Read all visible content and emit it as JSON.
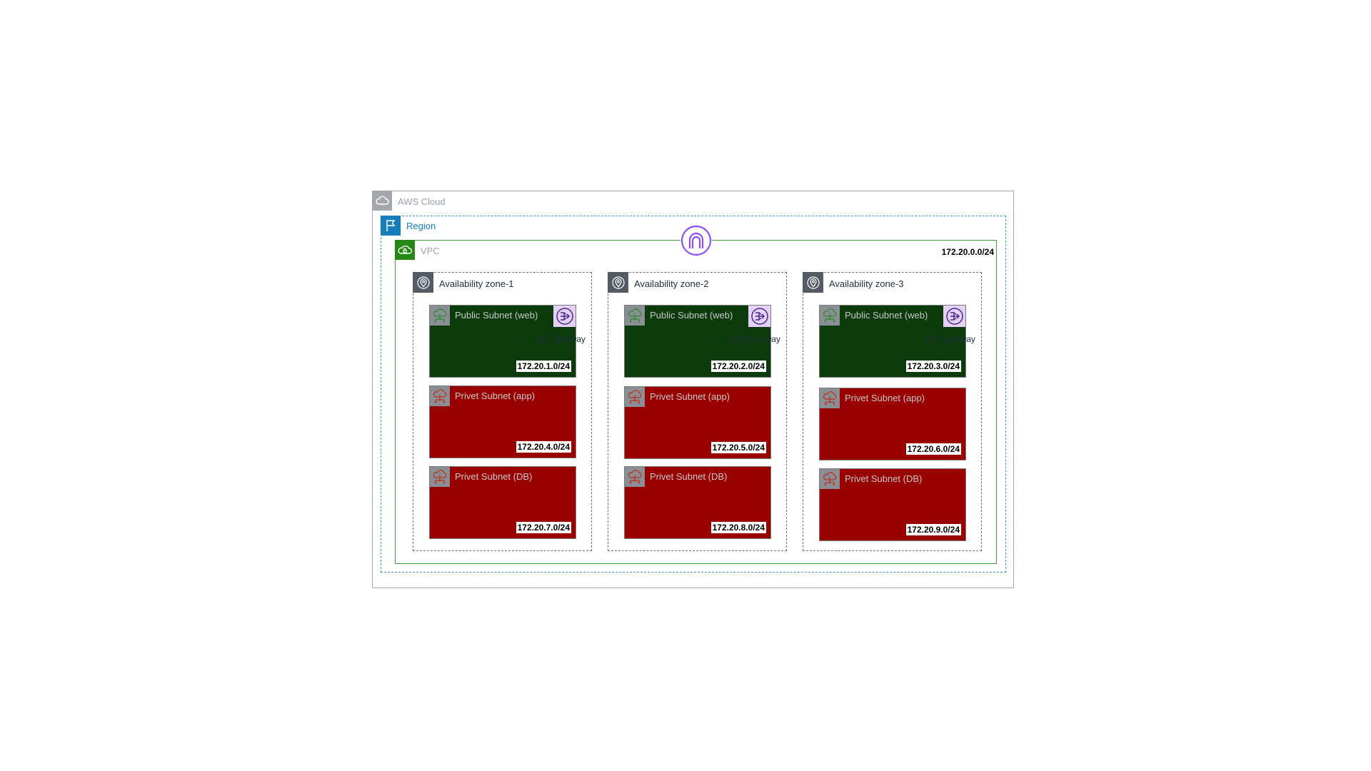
{
  "cloud": {
    "label": "AWS Cloud"
  },
  "region": {
    "label": "Region"
  },
  "vpc": {
    "label": "VPC",
    "cidr": "172.20.0.0/24"
  },
  "zones": [
    {
      "label": "Availability zone-1",
      "public": {
        "label": "Public Subnet (web)",
        "cidr": "172.20.1.0/24",
        "nat_label": "NAT gateway"
      },
      "app": {
        "label": "Privet Subnet (app)",
        "cidr": "172.20.4.0/24"
      },
      "db": {
        "label": "Privet Subnet (DB)",
        "cidr": "172.20.7.0/24"
      }
    },
    {
      "label": "Availability zone-2",
      "public": {
        "label": "Public Subnet (web)",
        "cidr": "172.20.2.0/24",
        "nat_label": "NAT gateway"
      },
      "app": {
        "label": "Privet Subnet (app)",
        "cidr": "172.20.5.0/24"
      },
      "db": {
        "label": "Privet Subnet (DB)",
        "cidr": "172.20.8.0/24"
      }
    },
    {
      "label": "Availability zone-3",
      "public": {
        "label": "Public Subnet (web)",
        "cidr": "172.20.3.0/24",
        "nat_label": "NAT gateway"
      },
      "app": {
        "label": "Privet Subnet (app)",
        "cidr": "172.20.6.0/24"
      },
      "db": {
        "label": "Privet Subnet (DB)",
        "cidr": "172.20.9.0/24"
      }
    }
  ],
  "icons": {
    "cloud": "cloud-icon",
    "region": "flag-icon",
    "vpc": "vpc-cloud-icon",
    "igw": "internet-gateway-icon",
    "az": "location-pin-icon",
    "subnet": "subnet-cloud-icon",
    "nat": "nat-gateway-icon"
  },
  "colors": {
    "public_subnet": "#0b3b0b",
    "private_subnet": "#990000",
    "region_border": "#3a8fd1",
    "vpc_border": "#3f9e3a",
    "igw": "#8c4fff"
  }
}
